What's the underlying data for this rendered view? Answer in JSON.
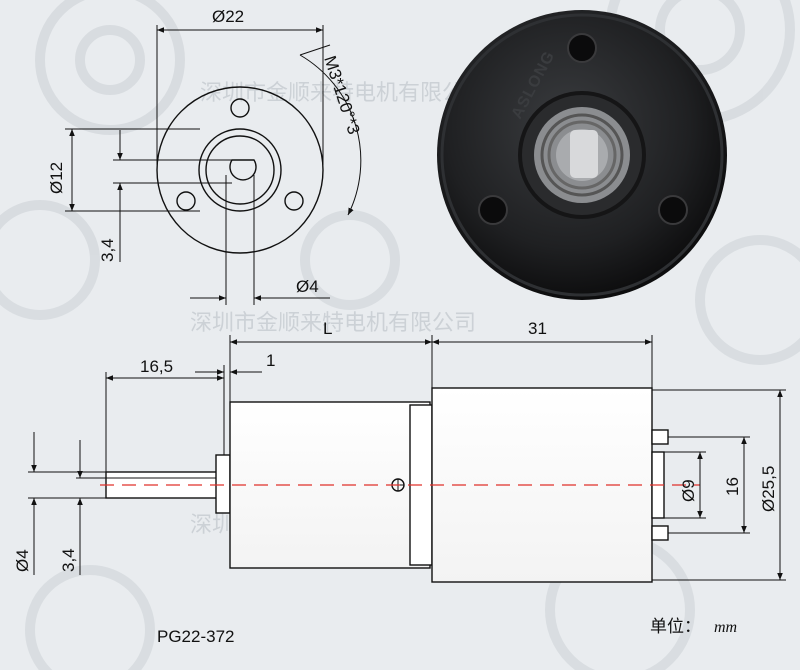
{
  "watermark": "深圳市金顺来特电机有限公司",
  "model_code": "PG22-372",
  "unit": {
    "label": "单位：",
    "value": "mm"
  },
  "end_view": {
    "outer_diameter": "Ø22",
    "mount_diameter": "Ø12",
    "shaft_flat": "3,4",
    "shaft_diameter": "Ø4",
    "mount_holes": "M3*120°*3"
  },
  "side_view": {
    "shaft_length": "16,5",
    "shoulder": "1",
    "gearbox_length": "L",
    "motor_length": "31",
    "bearing_diameter": "Ø9",
    "terminal_spacing": "16",
    "motor_diameter": "Ø25,5",
    "shaft_diameter": "Ø4",
    "shaft_flat": "3,4"
  },
  "photo": {
    "embossed_text": "ASLONG"
  },
  "colors": {
    "background": "#e9ecef",
    "line": "#111111",
    "centerline": "#e0302a",
    "motor_body": "#1c1d1f"
  }
}
